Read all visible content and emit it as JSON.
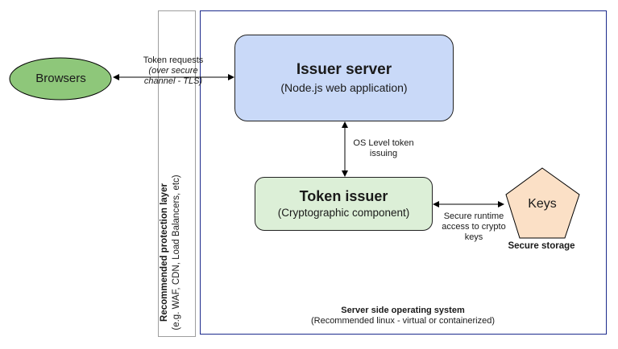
{
  "protection_layer": {
    "title": "Recommended protection layer",
    "subtitle": "(e.g. WAF, CDN, Load Balancers, etc)"
  },
  "browsers": {
    "label": "Browsers"
  },
  "token_requests": {
    "line1": "Token requests",
    "line2": "(over secure",
    "line3": "channel - TLS)"
  },
  "issuer_server": {
    "title": "Issuer server",
    "subtitle": "(Node.js web application)"
  },
  "os_level": {
    "line1": "OS Level token",
    "line2": "issuing"
  },
  "token_issuer": {
    "title": "Token issuer",
    "subtitle": "(Cryptographic component)"
  },
  "secure_runtime": {
    "line1": "Secure runtime",
    "line2": "access to crypto",
    "line3": "keys"
  },
  "keys": {
    "label": "Keys"
  },
  "secure_storage": {
    "label": "Secure storage"
  },
  "server_os": {
    "title": "Server side operating system",
    "subtitle": "(Recommended linux - virtual or containerized)"
  },
  "colors": {
    "browsers_fill": "#8ec77a",
    "issuer_fill": "#c9d9f8",
    "token_issuer_fill": "#dcefd7",
    "keys_fill": "#fbe0c6",
    "server_frame": "#1c2a8c"
  }
}
